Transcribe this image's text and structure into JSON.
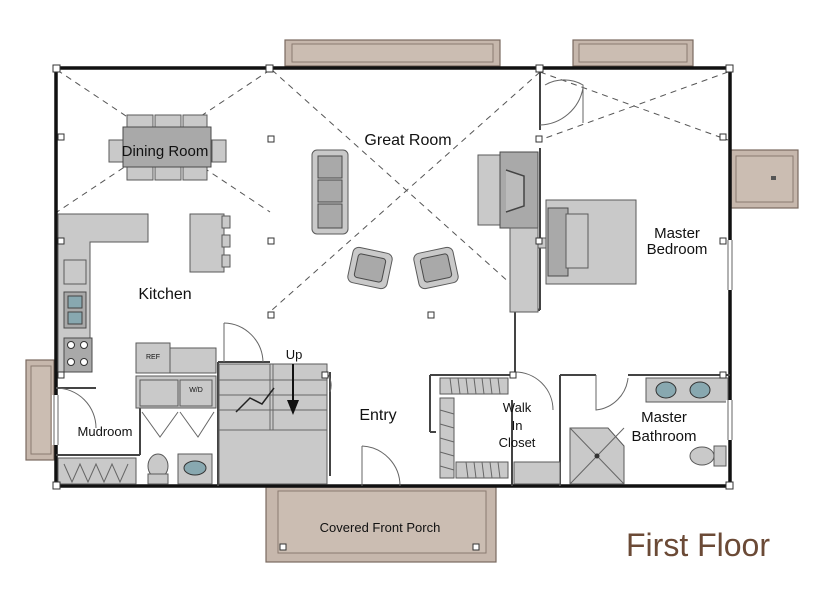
{
  "rooms": {
    "dining_room": "Dining Room",
    "great_room": "Great Room",
    "kitchen": "Kitchen",
    "master_bedroom_line1": "Master",
    "master_bedroom_line2": "Bedroom",
    "up": "Up",
    "entry": "Entry",
    "walk_in_closet_line1": "Walk",
    "walk_in_closet_line2": "In",
    "walk_in_closet_line3": "Closet",
    "mudroom": "Mudroom",
    "master_bath_line1": "Master",
    "master_bath_line2": "Bathroom",
    "covered_porch": "Covered Front Porch"
  },
  "appliances": {
    "ref": "REF",
    "washer_dryer": "W/D"
  },
  "floor_title": "First Floor",
  "colors": {
    "wall": "#111111",
    "furniture": "#c9c9c9",
    "porch": "#c6b7ac",
    "title": "#6b4a36"
  }
}
